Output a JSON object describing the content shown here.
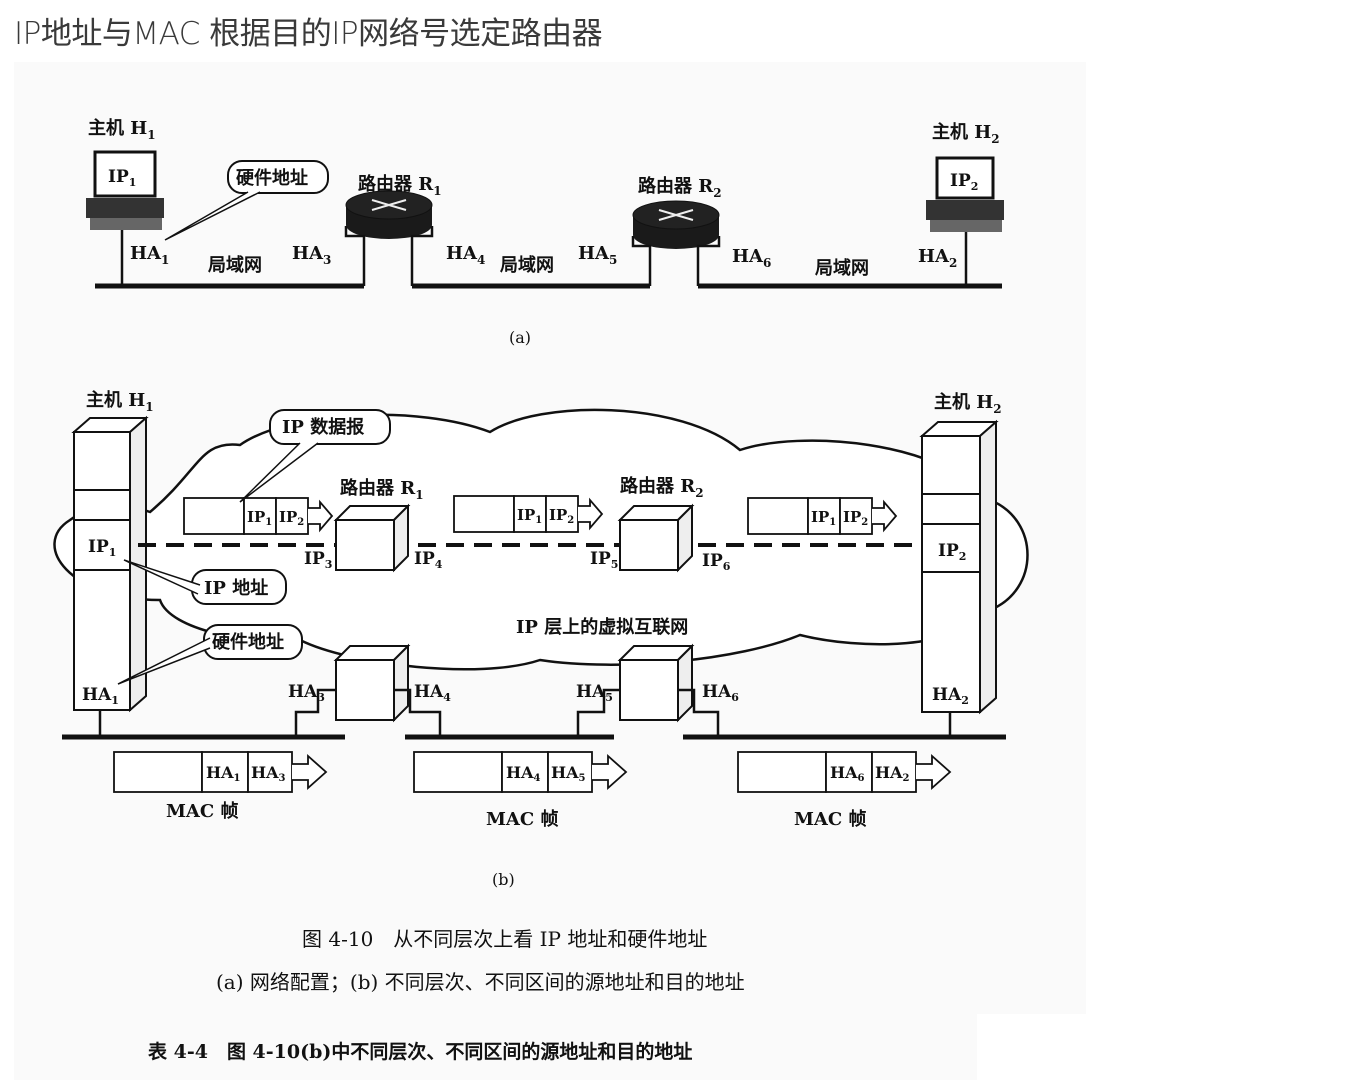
{
  "page": {
    "title": "IP地址与MAC 根据目的IP网络号选定路由器"
  },
  "figure_a": {
    "host1": "主机 H",
    "host1_sub": "1",
    "host2": "主机 H",
    "host2_sub": "2",
    "router1": "路由器 R",
    "router1_sub": "1",
    "router2": "路由器 R",
    "router2_sub": "2",
    "ip1": "IP",
    "ip1_sub": "1",
    "ip2": "IP",
    "ip2_sub": "2",
    "hw_callout": "硬件地址",
    "ha1": "HA",
    "ha1_sub": "1",
    "ha2": "HA",
    "ha2_sub": "2",
    "ha3": "HA",
    "ha3_sub": "3",
    "ha4": "HA",
    "ha4_sub": "4",
    "ha5": "HA",
    "ha5_sub": "5",
    "ha6": "HA",
    "ha6_sub": "6",
    "lan1": "局域网",
    "lan2": "局域网",
    "lan3": "局域网",
    "label": "(a)"
  },
  "figure_b": {
    "host1": "主机 H",
    "host1_sub": "1",
    "host2": "主机 H",
    "host2_sub": "2",
    "router1": "路由器 R",
    "router1_sub": "1",
    "router2": "路由器 R",
    "router2_sub": "2",
    "ip_datagram": "IP 数据报",
    "ip_address": "IP 地址",
    "hw_address": "硬件地址",
    "virtual_net": "IP 层上的虚拟互联网",
    "ip": "IP",
    "ha": "HA",
    "mac_frame": "MAC 帧",
    "label": "(b)"
  },
  "caption": {
    "line1": "图 4-10　从不同层次上看 IP 地址和硬件地址",
    "line2": "(a) 网络配置；(b) 不同层次、不同区间的源地址和目的地址",
    "table_title": "表 4-4　图 4-10(b)中不同层次、不同区间的源地址和目的地址"
  }
}
